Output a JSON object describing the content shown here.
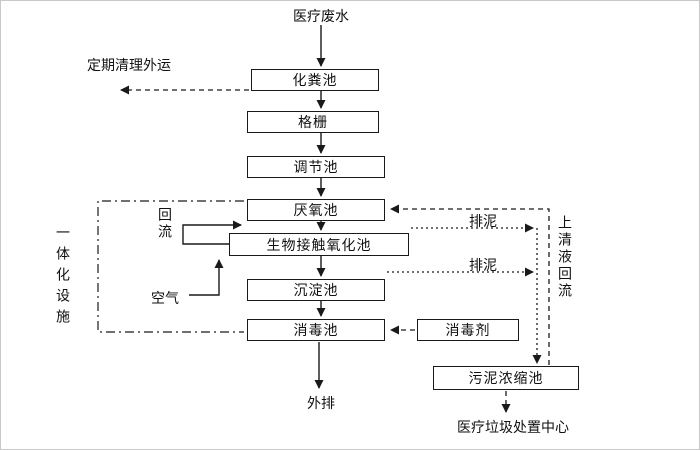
{
  "diagram": {
    "source": "医疗废水",
    "boxes": {
      "septic_tank": "化粪池",
      "grid": "格栅",
      "regulating_tank": "调节池",
      "anaerobic_tank": "厌氧池",
      "bio_contact_oxidation_tank": "生物接触氧化池",
      "sedimentation_tank": "沉淀池",
      "disinfection_tank": "消毒池",
      "disinfectant": "消毒剂",
      "sludge_thickening_tank": "污泥浓缩池"
    },
    "labels": {
      "periodic_cleanup": "定期清理外运",
      "reflux": "回流",
      "air": "空气",
      "sludge_discharge_1": "排泥",
      "sludge_discharge_2": "排泥",
      "supernatant_reflux": "上清液回流",
      "integrated_facility": "一体化设施",
      "outfall": "外排",
      "medical_waste_center": "医疗垃圾处置中心"
    },
    "colors": {
      "line": "#1a1a1a",
      "box_border": "#1a1a1a",
      "background": "#ffffff"
    }
  }
}
